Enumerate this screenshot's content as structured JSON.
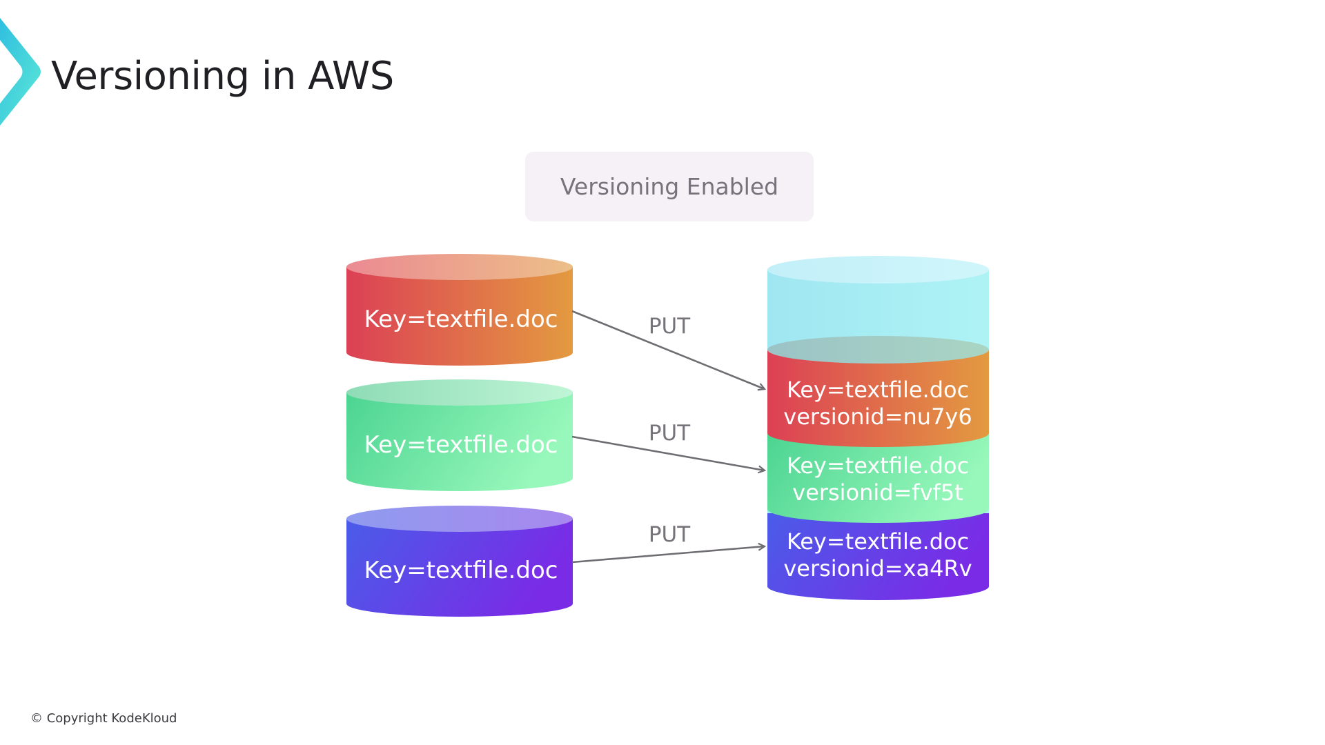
{
  "slide": {
    "title": "Versioning in AWS",
    "logo_icon": "chevron-right-icon",
    "badge": "Versioning Enabled",
    "copyright": "© Copyright KodeKloud"
  },
  "colors": {
    "red_start": "#dc4055",
    "red_end": "#e39a40",
    "green_start": "#4cd491",
    "green_end": "#98f8bb",
    "purple_start": "#4a5ce9",
    "purple_end": "#7a2be6",
    "bucket_top": "#a8edf5",
    "arrow": "#6f6c72",
    "logo_start": "#2fbfe0",
    "logo_end": "#5de8d6"
  },
  "diagram": {
    "source_objects": [
      {
        "label": "Key=textfile.doc",
        "color": "red"
      },
      {
        "label": "Key=textfile.doc",
        "color": "green"
      },
      {
        "label": "Key=textfile.doc",
        "color": "purple"
      }
    ],
    "operations": [
      {
        "label": "PUT"
      },
      {
        "label": "PUT"
      },
      {
        "label": "PUT"
      }
    ],
    "bucket_versions": [
      {
        "key": "Key=textfile.doc",
        "version": "versionid=nu7y6",
        "color": "red"
      },
      {
        "key": "Key=textfile.doc",
        "version": "versionid=fvf5t",
        "color": "green"
      },
      {
        "key": "Key=textfile.doc",
        "version": "versionid=xa4Rv",
        "color": "purple"
      }
    ]
  }
}
